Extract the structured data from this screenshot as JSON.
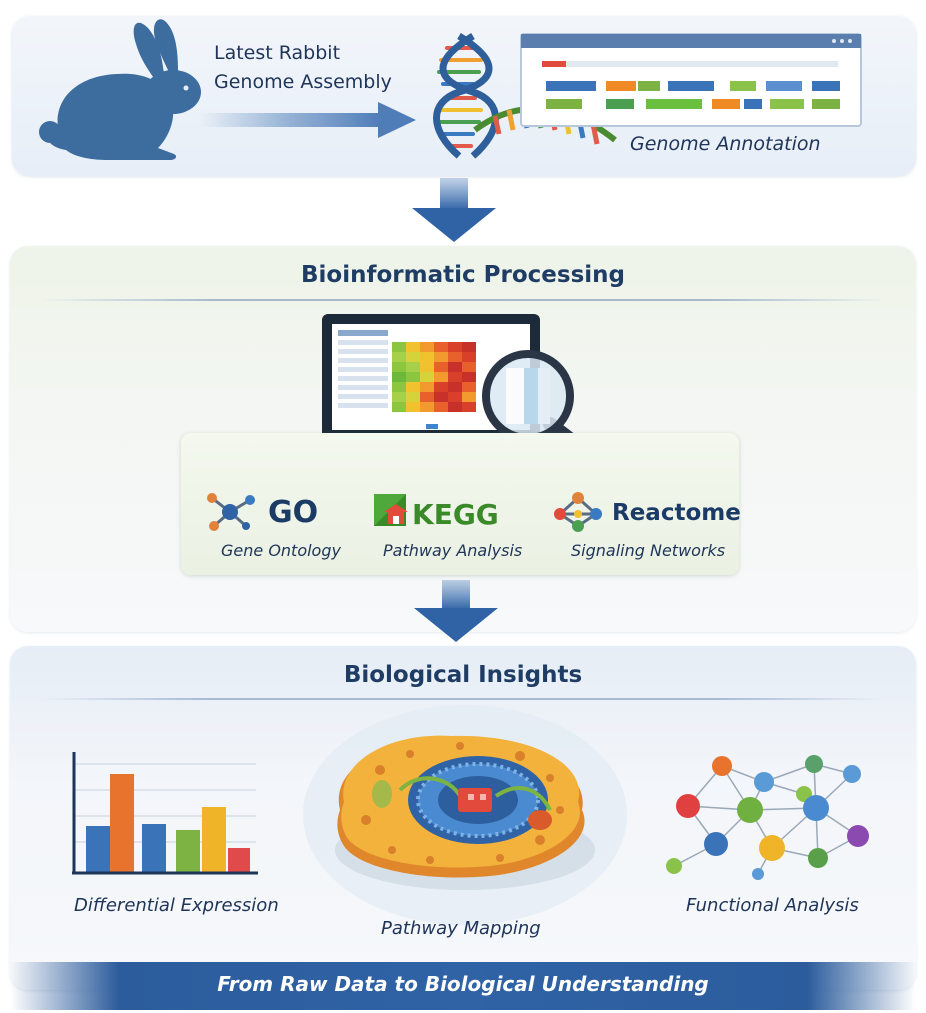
{
  "assembly": {
    "line1": "Latest Rabbit",
    "line2": "Genome Assembly"
  },
  "annotation": {
    "label": "Genome Annotation"
  },
  "processing": {
    "title": "Bioinformatic Processing",
    "databases": [
      {
        "name": "GO",
        "sub": "Gene Ontology",
        "icon": "molecule-network-icon"
      },
      {
        "name": "KEGG",
        "sub": "Pathway Analysis",
        "icon": "kegg-logo-icon"
      },
      {
        "name": "Reactome",
        "sub": "Signaling Networks",
        "icon": "reactome-network-icon"
      }
    ]
  },
  "insights": {
    "title": "Biological Insights",
    "items": [
      {
        "label": "Differential Expression",
        "icon": "bar-chart-icon"
      },
      {
        "label": "Pathway Mapping",
        "icon": "cell-icon"
      },
      {
        "label": "Functional Analysis",
        "icon": "network-graph-icon"
      }
    ]
  },
  "footer": {
    "text": "From Raw Data to Biological Understanding"
  },
  "colors": {
    "primary_blue": "#2f63a6",
    "dark_text": "#1e3c64",
    "kegg_green": "#3a8a2a",
    "go_navy": "#1b3b66"
  }
}
